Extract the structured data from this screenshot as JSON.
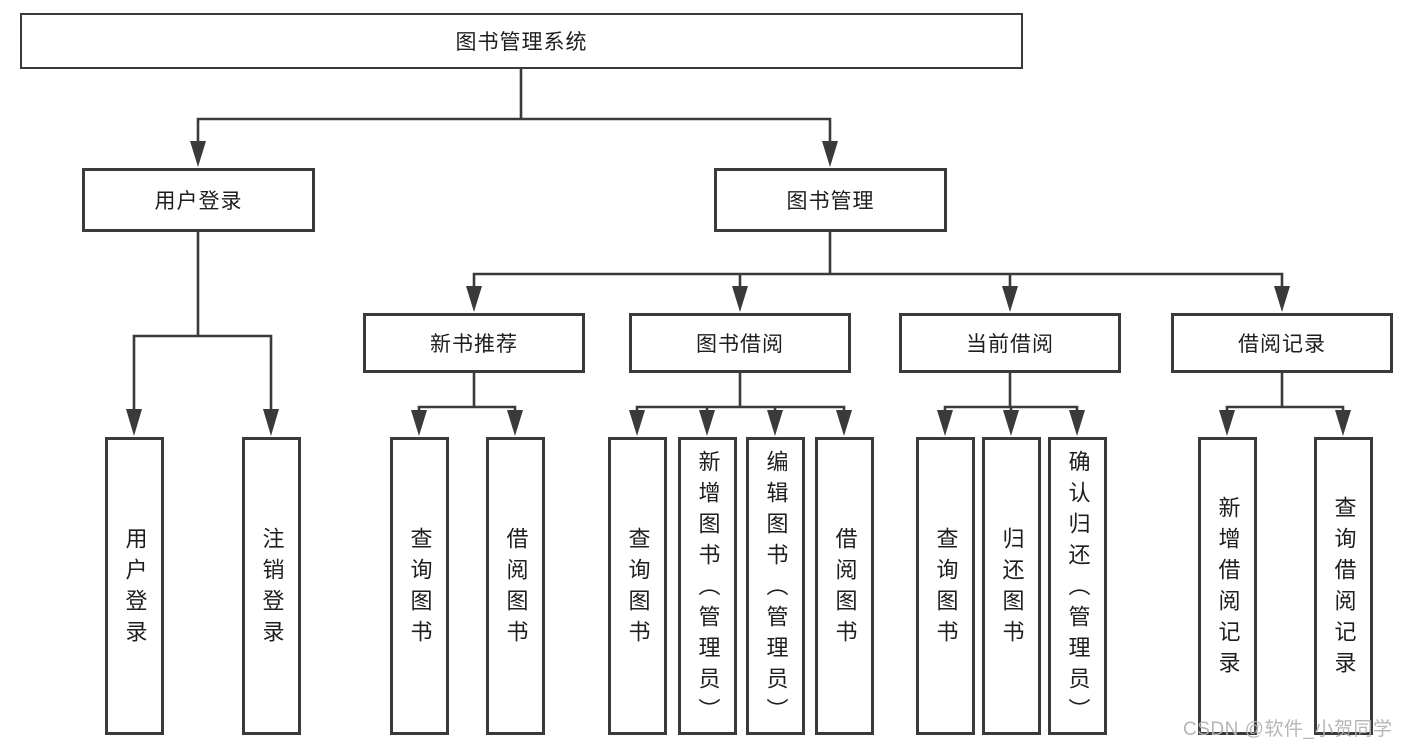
{
  "diagram": {
    "line_color": "#3a3a3a",
    "root": {
      "label": "图书管理系统"
    },
    "level1": [
      {
        "label": "用户登录"
      },
      {
        "label": "图书管理"
      }
    ],
    "level2": [
      {
        "label": "新书推荐"
      },
      {
        "label": "图书借阅"
      },
      {
        "label": "当前借阅"
      },
      {
        "label": "借阅记录"
      }
    ],
    "leaves": {
      "user_login": [
        {
          "label": "用户登录"
        },
        {
          "label": "注销登录"
        }
      ],
      "new_book_recommend": [
        {
          "label": "查询图书"
        },
        {
          "label": "借阅图书"
        }
      ],
      "book_borrow": [
        {
          "label": "查询图书"
        },
        {
          "label": "新增图书（管理员）"
        },
        {
          "label": "编辑图书（管理员）"
        },
        {
          "label": "借阅图书"
        }
      ],
      "current_borrow": [
        {
          "label": "查询图书"
        },
        {
          "label": "归还图书"
        },
        {
          "label": "确认归还（管理员）"
        }
      ],
      "borrow_records": [
        {
          "label": "新增借阅记录"
        },
        {
          "label": "查询借阅记录"
        }
      ]
    }
  },
  "watermark": {
    "text": "CSDN @软件_小贺同学"
  }
}
